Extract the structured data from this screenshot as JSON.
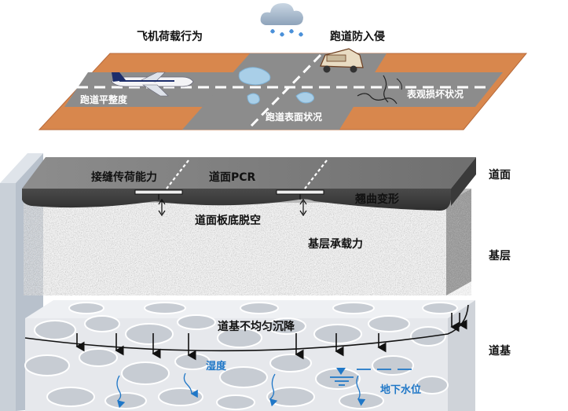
{
  "top": {
    "aircraft_behavior": "飞机荷载行为",
    "runway_incursion": "跑道防入侵",
    "runway_flatness": "跑道平整度",
    "surface_damage": "表观损坏状况",
    "surface_condition": "跑道表面状况"
  },
  "pavement": {
    "joint_load_transfer": "接缝传荷能力",
    "pcr": "道面PCR",
    "warping": "翘曲变形",
    "slab_void": "道面板底脱空"
  },
  "base": {
    "bearing_capacity": "基层承载力"
  },
  "subgrade": {
    "uneven_settlement": "道基不均匀沉降",
    "humidity": "湿度",
    "groundwater": "地下水位"
  },
  "layers": {
    "surface": "道面",
    "base": "基层",
    "subgrade": "道基"
  },
  "colors": {
    "soil": "#d8874d",
    "asphalt": "#8a8a8a",
    "slab_dark": "#555555",
    "water_blue": "#1f77c7",
    "puddle": "#a9cfe8"
  }
}
